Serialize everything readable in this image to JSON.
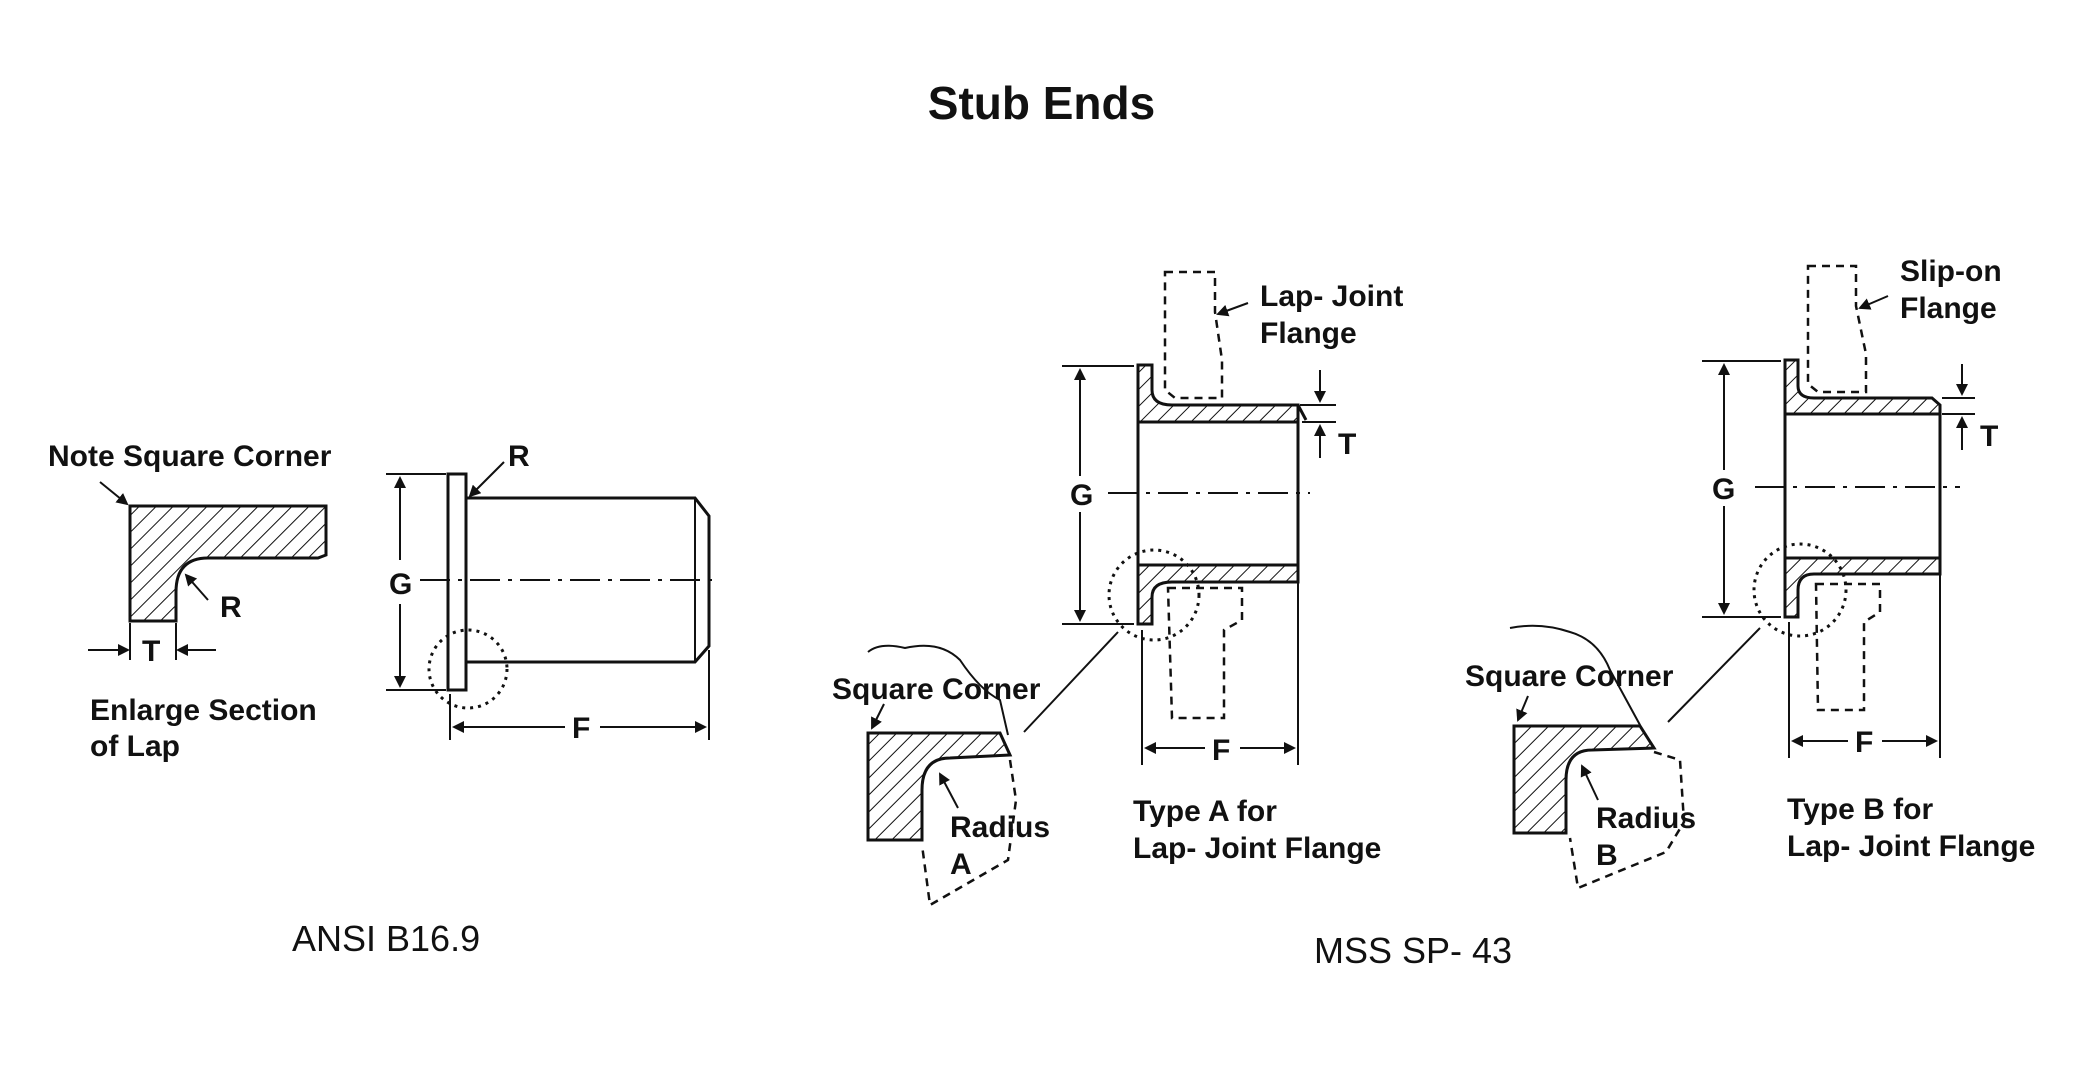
{
  "title": "Stub Ends",
  "left": {
    "note": "Note Square Corner",
    "R_small": "R",
    "T_small": "T",
    "enlarge_line1": "Enlarge Section",
    "enlarge_line2": "of Lap",
    "R": "R",
    "G": "G",
    "F": "F",
    "standard": "ANSI B16.9"
  },
  "middle": {
    "flange_line1": "Lap- Joint",
    "flange_line2": "Flange",
    "T": "T",
    "G": "G",
    "F": "F",
    "square_corner": "Square Corner",
    "radius_line1": "Radius",
    "radius_line2": "A",
    "type_line1": "Type A for",
    "type_line2": "Lap- Joint Flange"
  },
  "right": {
    "flange_line1": "Slip-on",
    "flange_line2": "Flange",
    "T": "T",
    "G": "G",
    "F": "F",
    "square_corner": "Square Corner",
    "radius_line1": "Radius",
    "radius_line2": "B",
    "type_line1": "Type B for",
    "type_line2": "Lap- Joint Flange"
  },
  "standard_mss": "MSS SP- 43"
}
